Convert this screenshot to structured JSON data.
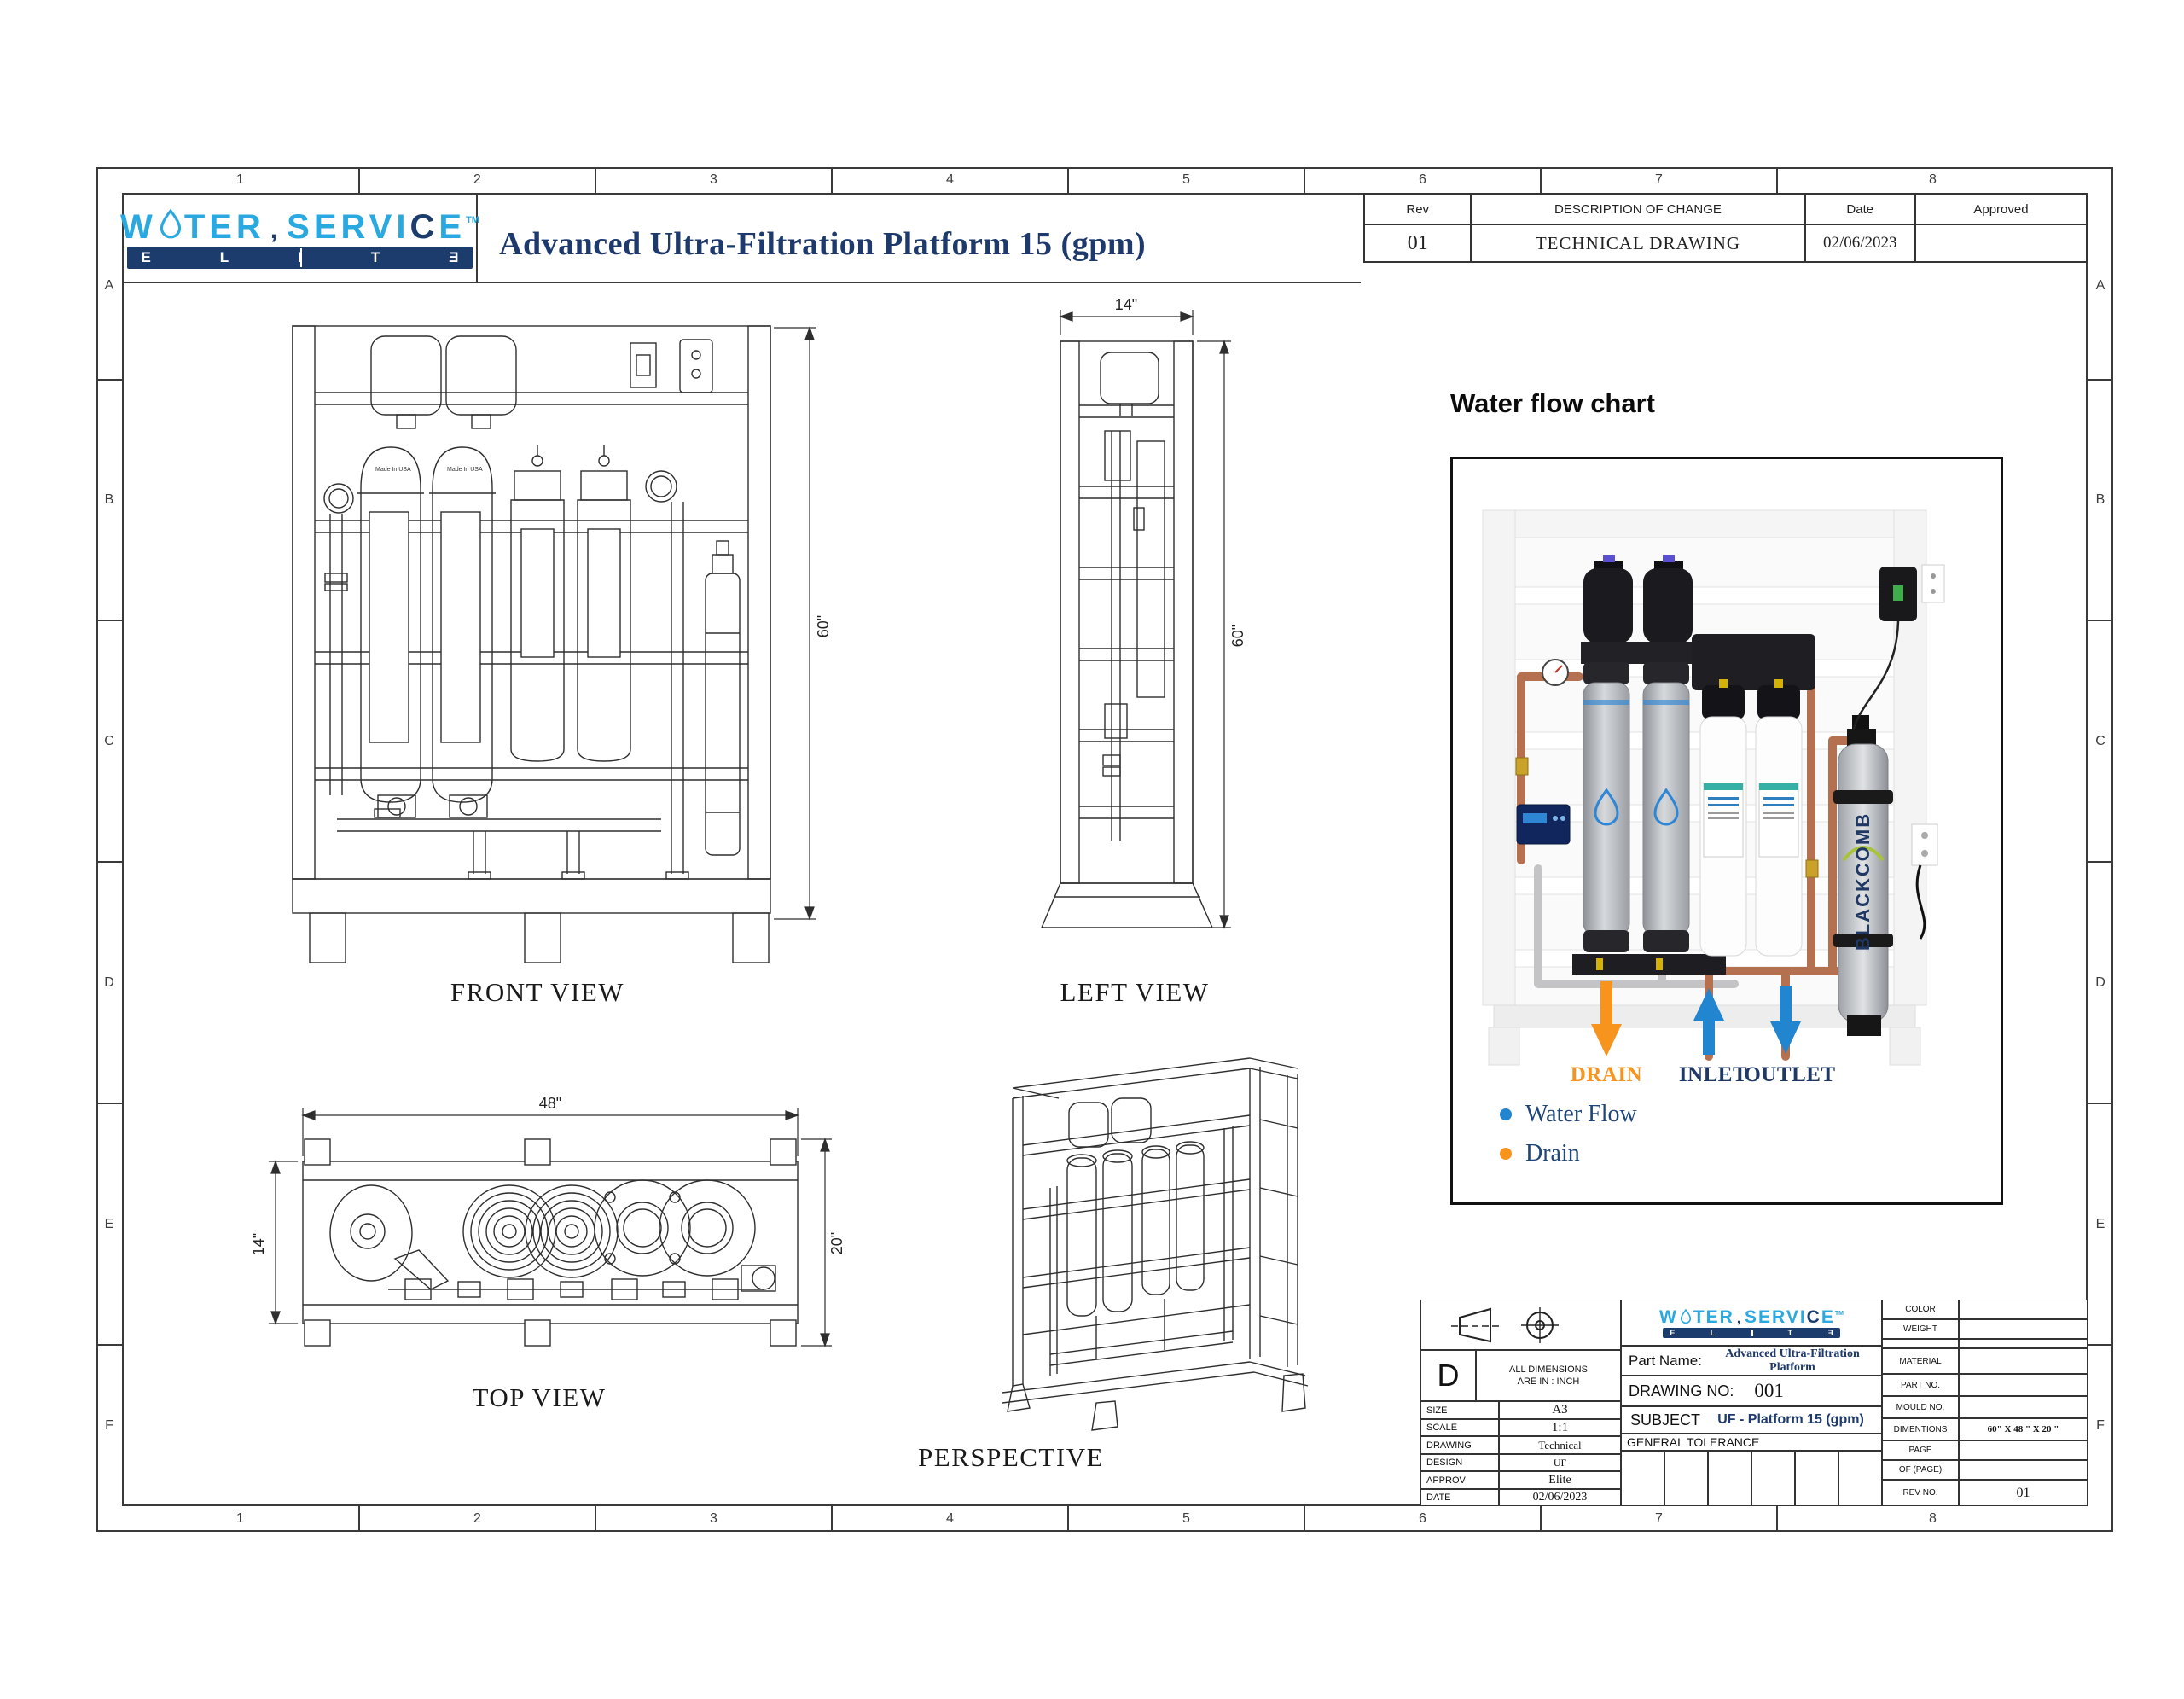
{
  "sheet": {
    "cols": [
      "1",
      "2",
      "3",
      "4",
      "5",
      "6",
      "7",
      "8"
    ],
    "rows": [
      "A",
      "B",
      "C",
      "D",
      "E",
      "F"
    ]
  },
  "brand": {
    "word1": "W",
    "word2": "TER",
    "comma": ",",
    "service1": "SERVI",
    "service2": "C",
    "service3": "E",
    "tm": "TM",
    "elite": [
      "E",
      "L",
      "I",
      "T",
      "Ǝ"
    ]
  },
  "header": {
    "title": "Advanced Ultra-Filtration Platform 15 (gpm)"
  },
  "revision_table": {
    "col_rev": "Rev",
    "col_desc": "DESCRIPTION OF CHANGE",
    "col_date": "Date",
    "col_approved": "Approved",
    "rev": "01",
    "desc": "TECHNICAL DRAWING",
    "date": "02/06/2023",
    "approved": ""
  },
  "views": {
    "front": {
      "label": "FRONT VIEW",
      "height_dim": "60\"",
      "vessel_text": "Made In USA"
    },
    "left": {
      "label": "LEFT VIEW",
      "width_dim": "14\"",
      "height_dim": "60\""
    },
    "top": {
      "label": "TOP VIEW",
      "width_dim": "48\"",
      "depth_dim": "14\"",
      "height_dim": "20\""
    },
    "perspective": {
      "label": "PERSPECTIVE"
    }
  },
  "flow_chart": {
    "title": "Water flow chart",
    "device_label": "BLACKCOMB",
    "drain_label": "DRAIN",
    "inlet_label": "INLET",
    "outlet_label": "OUTLET",
    "drain_color": "#F7941D",
    "flow_color": "#2185D0",
    "label_color": "#1F3864",
    "legend": [
      {
        "label": "Water Flow",
        "color": "#2185D0"
      },
      {
        "label": "Drain",
        "color": "#F7941D"
      }
    ]
  },
  "title_block": {
    "projection_letter": "D",
    "units_note_line1": "ALL DIMENSIONS",
    "units_note_line2": "ARE IN : INCH",
    "left_rows": [
      {
        "label": "SIZE",
        "value": "A3"
      },
      {
        "label": "SCALE",
        "value": "1:1"
      },
      {
        "label": "DRAWING",
        "value": "Technical"
      },
      {
        "label": "DESIGN",
        "value": "UF"
      },
      {
        "label": "APPROV",
        "value": "Elite"
      },
      {
        "label": "DATE",
        "value": "02/06/2023"
      }
    ],
    "part_name_label": "Part Name:",
    "part_name": "Advanced Ultra-Filtration Platform",
    "drawing_no_label": "DRAWING NO:",
    "drawing_no": "001",
    "subject_label": "SUBJECT",
    "subject": "UF - Platform 15 (gpm)",
    "general_tolerance": "GENERAL TOLERANCE",
    "right_rows": [
      {
        "label": "COLOR",
        "value": ""
      },
      {
        "label": "WEIGHT",
        "value": ""
      },
      {
        "label": "",
        "value": ""
      },
      {
        "label": "MATERIAL",
        "value": ""
      },
      {
        "label": "PART NO.",
        "value": ""
      },
      {
        "label": "MOULD NO.",
        "value": ""
      },
      {
        "label": "DIMENTIONS",
        "value": "60\" X 48 \" X 20 \""
      },
      {
        "label": "PAGE",
        "value": ""
      },
      {
        "label": "OF (PAGE)",
        "value": ""
      },
      {
        "label": "REV NO.",
        "value": "01"
      }
    ]
  }
}
